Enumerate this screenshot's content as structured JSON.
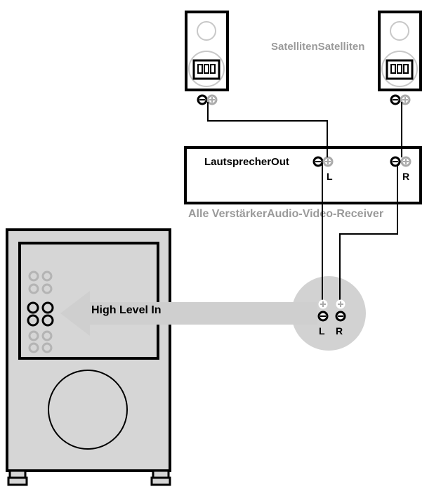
{
  "labels": {
    "satellites": "SatellitenSatelliten",
    "speaker_out": "LautsprecherOut",
    "receiver": "Alle VerstärkerAudio-Video-Receiver",
    "high_level_in": "High Level In",
    "amp_left": "L",
    "amp_right": "R",
    "input_left": "L",
    "input_right": "R"
  },
  "colors": {
    "line": "#000000",
    "gray_text": "#9a9a9a",
    "subwoofer_fill": "#d6d6d6",
    "arrow_fill": "#cfcfcf",
    "hub_fill": "#d2d2d2",
    "terminal_gray": "#aaaaaa"
  }
}
